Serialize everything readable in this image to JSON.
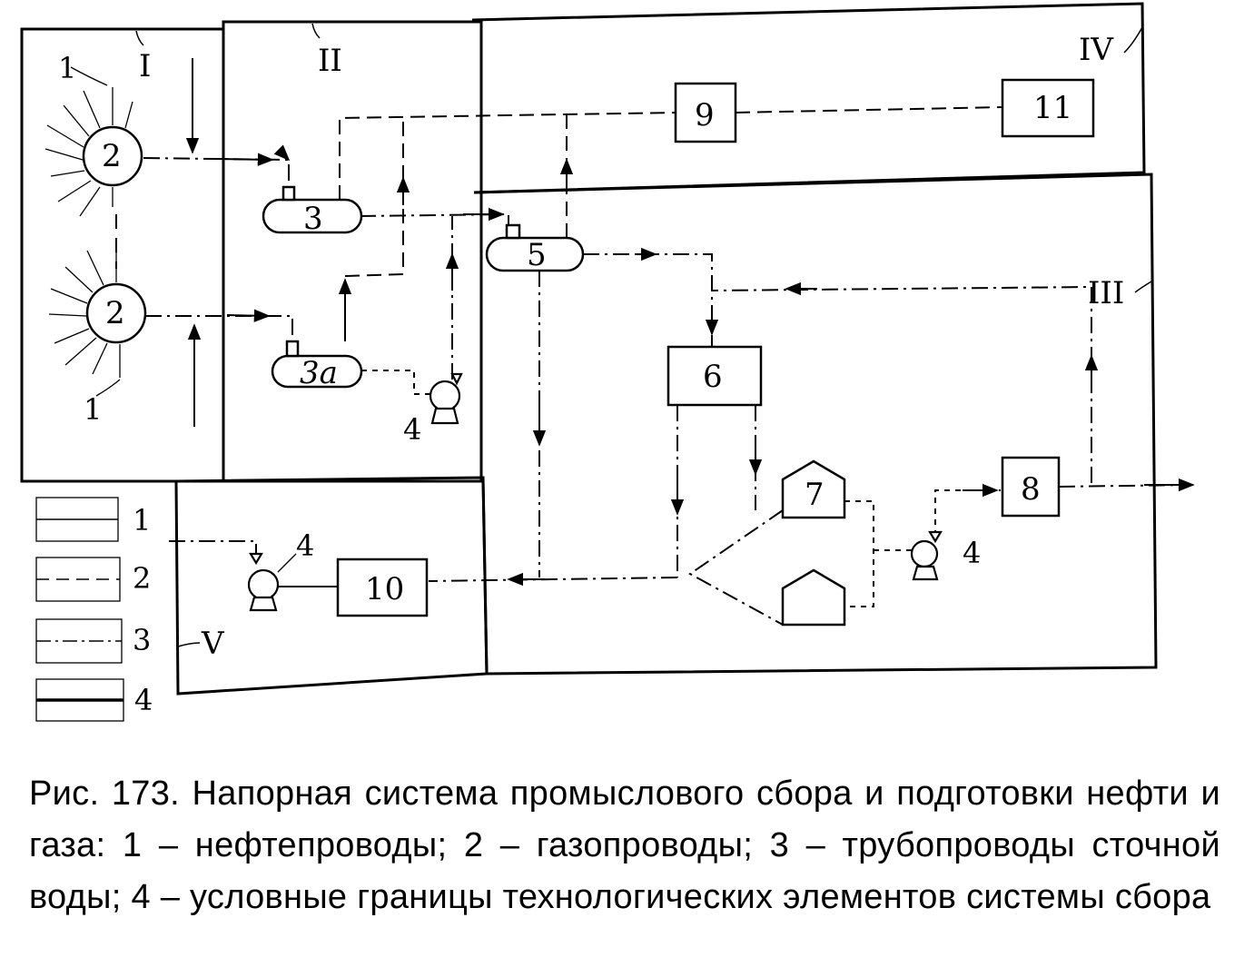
{
  "zones": {
    "I": "I",
    "II": "II",
    "III": "III",
    "IV": "IV",
    "V": "V"
  },
  "nodes": {
    "well_top_number": "2",
    "well_bottom_number": "2",
    "well_top_label": "1",
    "well_bottom_label": "1",
    "separator_3": "3",
    "separator_3a": "3a",
    "separator_5": "5",
    "box_6": "6",
    "tank_7": "7",
    "box_8": "8",
    "box_9": "9",
    "box_10": "10",
    "box_11": "11",
    "pump_zone2": "4",
    "pump_zone3": "4",
    "pump_zone5": "4"
  },
  "legend": [
    {
      "number": "1",
      "line_style": "solid"
    },
    {
      "number": "2",
      "line_style": "dashed"
    },
    {
      "number": "3",
      "line_style": "dash-dot"
    },
    {
      "number": "4",
      "line_style": "bold"
    }
  ],
  "caption": {
    "lead": "Рис. 173. Напорная система промыслового сбора и подготовки нефти и газа:",
    "items": "1 – нефтепроводы; 2 – газопроводы; 3 – трубопроводы сточной воды; 4 – условные границы технологических элементов системы сбора"
  }
}
